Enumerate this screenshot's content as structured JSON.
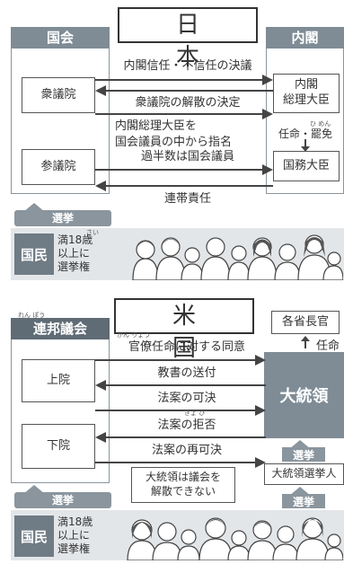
{
  "japan": {
    "title": "日 本",
    "diet_header": "国会",
    "cabinet_header": "内閣",
    "lower_house": "衆議院",
    "upper_house": "参議院",
    "prime_minister_line1": "内閣",
    "prime_minister_line2": "総理大臣",
    "appoint_dismiss": "任命・罷免",
    "appoint_dismiss_ruby": "ひ めん",
    "ministers": "国務大臣",
    "arrow_no_confidence": "内閣信任・不信任の決議",
    "arrow_dissolution": "衆議院の解散の決定",
    "arrow_nominate_line1": "内閣総理大臣を",
    "arrow_nominate_line2": "国会議員の中から指名",
    "arrow_majority": "過半数は国会議員",
    "arrow_joint_responsibility": "連帯責任",
    "election_label": "選挙",
    "people_label": "国民",
    "eligibility_line1": "満18歳",
    "eligibility_ruby": "さい",
    "eligibility_line2": "以上に",
    "eligibility_line3": "選挙権"
  },
  "usa": {
    "title": "米 国",
    "congress_header": "連邦議会",
    "congress_ruby": "れん ぽう",
    "senate": "上院",
    "house": "下院",
    "president": "大統領",
    "secretaries": "各省長官",
    "appoint": "任命",
    "arrow_consent": "官僚任命に対する同意",
    "arrow_consent_ruby": "かん りょう",
    "arrow_message": "教書の送付",
    "arrow_bill_pass": "法案の可決",
    "arrow_veto": "法案の拒否",
    "arrow_veto_ruby": "きょ ひ",
    "arrow_repass": "法案の再可決",
    "no_dissolution_line1": "大統領は議会を",
    "no_dissolution_line2": "解散できない",
    "electors": "大統領選挙人",
    "election_label": "選挙",
    "people_label": "国民",
    "eligibility_line1": "満18歳",
    "eligibility_line2": "以上に",
    "eligibility_line3": "選挙権"
  }
}
